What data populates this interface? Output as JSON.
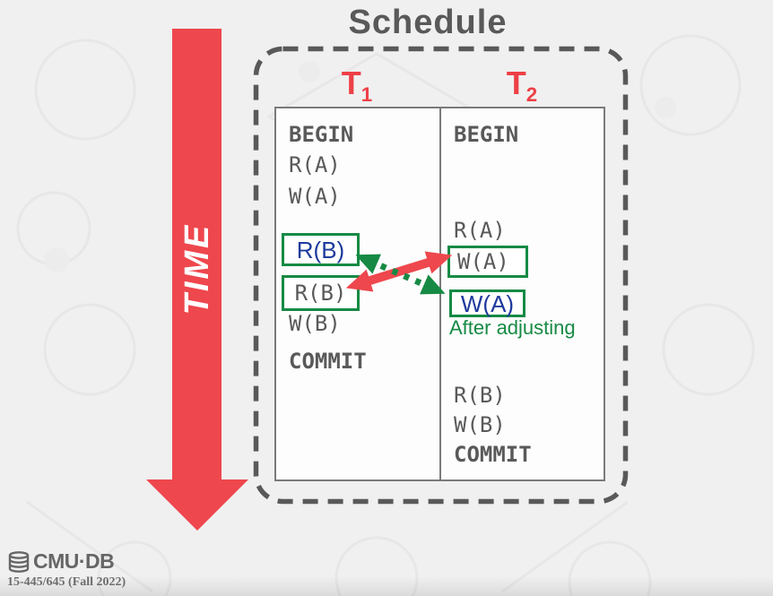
{
  "title": "Schedule",
  "time_axis": {
    "label": "TIME"
  },
  "schedule": {
    "t1_header": {
      "base": "T",
      "sub": "1"
    },
    "t2_header": {
      "base": "T",
      "sub": "2"
    },
    "t1": {
      "begin": "BEGIN",
      "ra": "R(A)",
      "wa": "W(A)",
      "rb_adjusted": "R(B)",
      "rb": "R(B)",
      "wb": "W(B)",
      "commit": "COMMIT"
    },
    "t2": {
      "begin": "BEGIN",
      "ra": "R(A)",
      "wa": "W(A)",
      "wa_adjusted": "W(A)",
      "annotation": "After adjusting",
      "rb": "R(B)",
      "wb": "W(B)",
      "commit": "COMMIT"
    }
  },
  "footer": {
    "brand": "CMU·DB",
    "course": "15-445/645 (Fall 2022)"
  },
  "colors": {
    "red": "#EE474D",
    "green": "#168A44",
    "blue": "#1E3A9C",
    "gray_text": "#595959",
    "table_border": "#7A7A7A",
    "background": "#F0F0F0"
  }
}
